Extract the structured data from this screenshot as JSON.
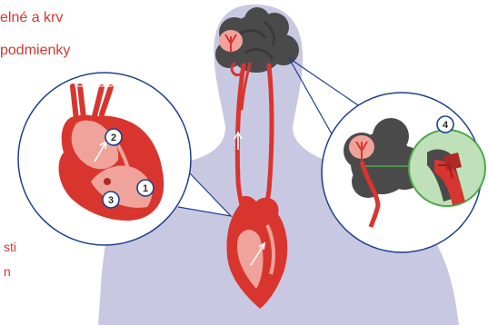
{
  "caption": {
    "line1": "elné a krv",
    "line2": "podmienky",
    "line3": "sti",
    "line4": "n"
  },
  "markers": [
    "1",
    "2",
    "3",
    "4"
  ],
  "colors": {
    "blood_red": "#d8352f",
    "heart_pink": "#f0a39a",
    "body_lavender": "#c9c8e2",
    "brain_gray": "#4a4a4a",
    "callout_blue": "#1f3f8a",
    "clot_zoom_green": "#4ea84a"
  }
}
